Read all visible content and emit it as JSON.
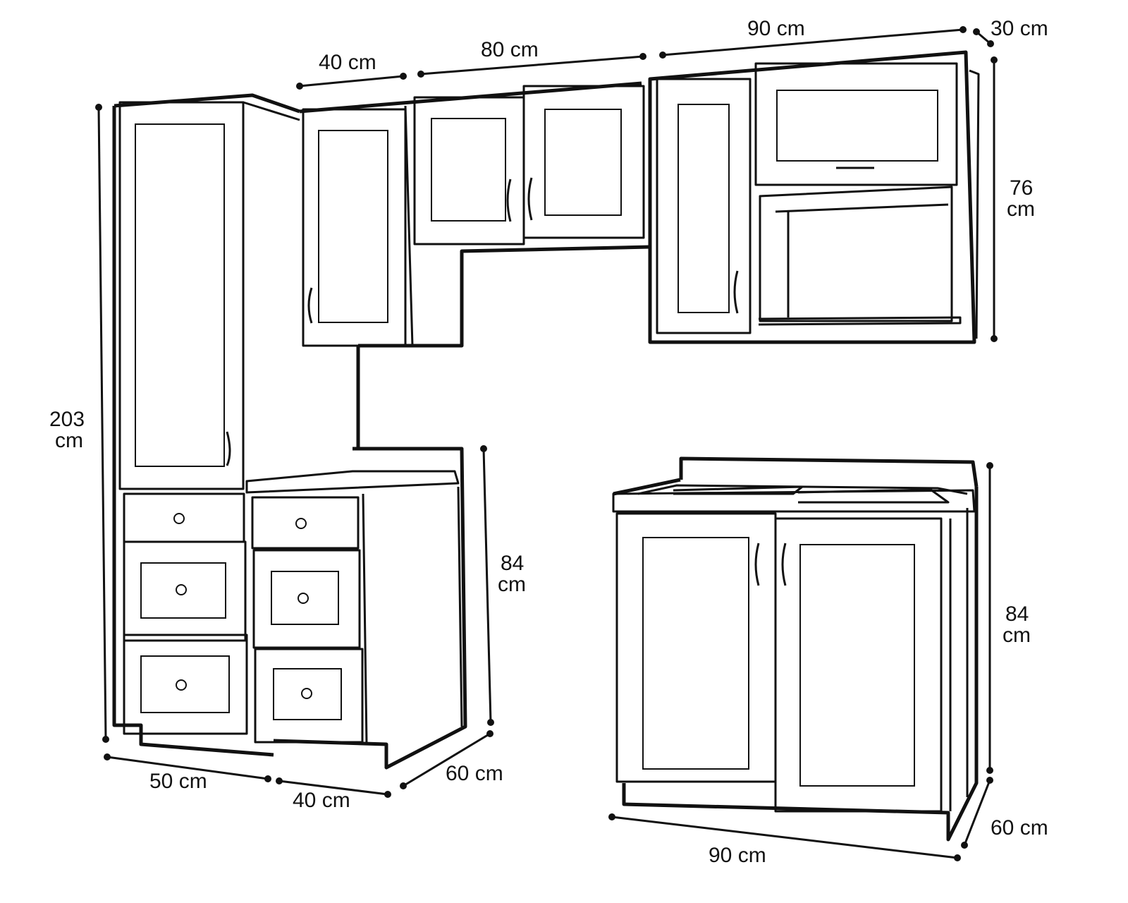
{
  "title": "Kitchen cabinet set dimensions",
  "dimensions": {
    "upper_right_width": {
      "value": "90",
      "unit": "cm",
      "label": "90 cm"
    },
    "upper_right_depth": {
      "value": "30",
      "unit": "cm",
      "label": "30 cm"
    },
    "upper_left_width": {
      "value": "40",
      "unit": "cm",
      "label": "40 cm"
    },
    "upper_middle_width": {
      "value": "80",
      "unit": "cm",
      "label": "80 cm"
    },
    "upper_height": {
      "value": "76",
      "unit": "cm"
    },
    "tall_height": {
      "value": "203",
      "unit": "cm"
    },
    "left_base_height": {
      "value": "84",
      "unit": "cm"
    },
    "tall_width": {
      "value": "50",
      "unit": "cm",
      "label": "50 cm"
    },
    "drawer_base_width": {
      "value": "40",
      "unit": "cm",
      "label": "40 cm"
    },
    "left_base_depth": {
      "value": "60",
      "unit": "cm",
      "label": "60 cm"
    },
    "right_base_height": {
      "value": "84",
      "unit": "cm"
    },
    "right_base_depth": {
      "value": "60",
      "unit": "cm",
      "label": "60 cm"
    },
    "right_base_width": {
      "value": "90",
      "unit": "cm",
      "label": "90 cm"
    }
  }
}
